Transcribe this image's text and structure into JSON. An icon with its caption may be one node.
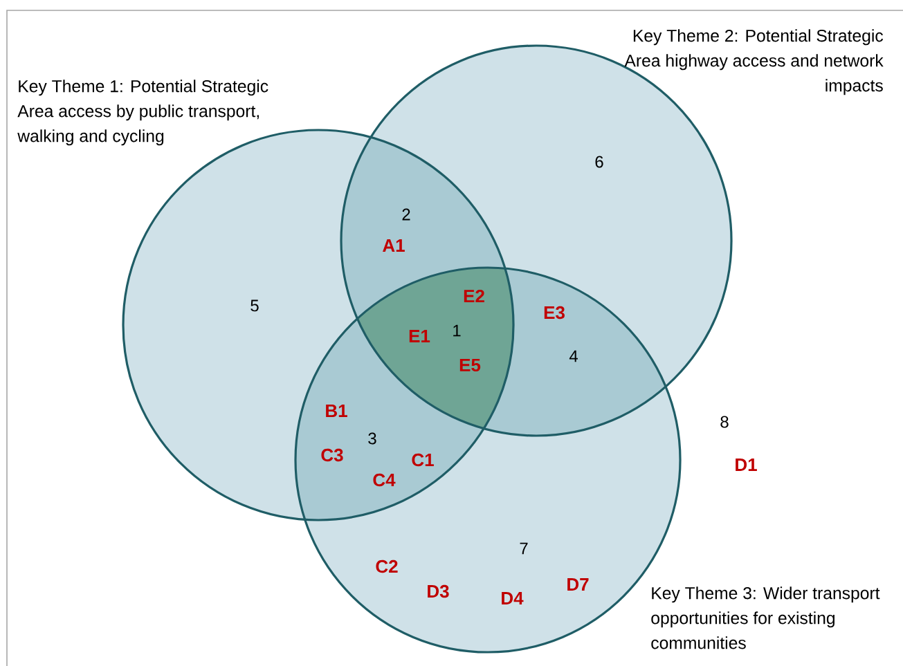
{
  "diagram": {
    "nodes": [
      {
        "text": [
          "Key Theme 1: Potential Strategic Area access by public transport, walking and cycling"
        ]
      },
      {
        "text": [
          "Key Theme 2: Potential Strategic Area highway access and network impacts"
        ]
      },
      {
        "text": [
          "Key Theme 3: Wider transport opportunities for existing communities"
        ]
      }
    ],
    "labels": [
      "6",
      "2",
      "A1",
      "5",
      "E2",
      "E3",
      "E1",
      "1",
      "4",
      "E5",
      "8",
      "B1",
      "3",
      "C3",
      "C1",
      "D1",
      "C4",
      "7",
      "C2",
      "D7",
      "D3",
      "D4"
    ]
  }
}
